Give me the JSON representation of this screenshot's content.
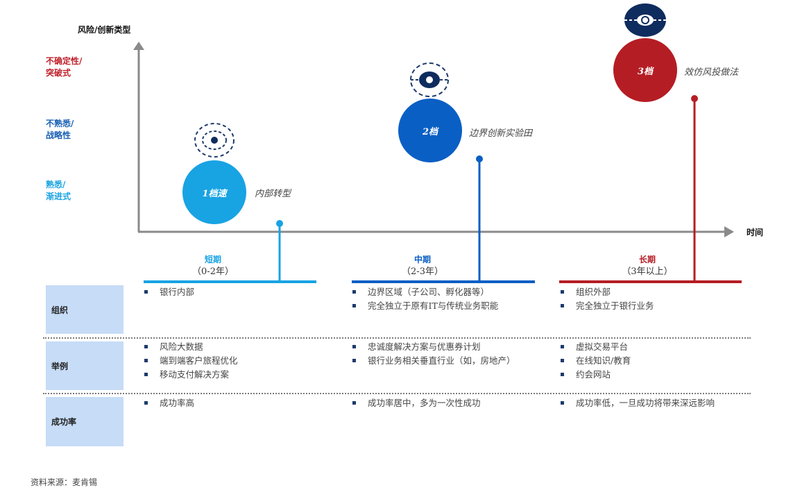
{
  "y_axis": {
    "title": "风险/创新类型",
    "levels": [
      {
        "line1": "不确定性/",
        "line2": "突破式",
        "color": "#c0202a"
      },
      {
        "line1": "不熟悉/",
        "line2": "战略性",
        "color": "#1a5fb4"
      },
      {
        "line1": "熟悉/",
        "line2": "渐进式",
        "color": "#19a3e0"
      }
    ]
  },
  "x_axis": {
    "title": "时间"
  },
  "tiers": [
    {
      "label": "1档速",
      "desc": "内部转型",
      "color": "#18a3e3",
      "icon": "target-dashed-small-icon"
    },
    {
      "label": "2档",
      "desc": "边界创新实验田",
      "color": "#0a5fc4",
      "icon": "target-dashed-medium-icon"
    },
    {
      "label": "3档",
      "desc": "效仿风投做法",
      "color": "#b51d24",
      "icon": "target-solid-large-icon"
    }
  ],
  "periods": [
    {
      "name": "短期",
      "range": "（0-2年）",
      "color": "#18a3e3"
    },
    {
      "name": "中期",
      "range": "（2-3年）",
      "color": "#0a5fc4"
    },
    {
      "name": "长期",
      "range": "（3年以上）",
      "color": "#b51d24"
    }
  ],
  "rows": [
    {
      "label": "组织",
      "cells": [
        [
          "银行内部"
        ],
        [
          "边界区域（子公司、孵化器等）",
          "完全独立于原有IT与传统业务职能"
        ],
        [
          "组织外部",
          "完全独立于银行业务"
        ]
      ]
    },
    {
      "label": "举例",
      "cells": [
        [
          "风险大数据",
          "端到端客户旅程优化",
          "移动支付解决方案"
        ],
        [
          "忠诚度解决方案与优惠券计划",
          "银行业务相关垂直行业（如，房地产）"
        ],
        [
          "虚拟交易平台",
          "在线知识/教育",
          "约会网站"
        ]
      ]
    },
    {
      "label": "成功率",
      "cells": [
        [
          "成功率高"
        ],
        [
          "成功率居中，多为一次性成功"
        ],
        [
          "成功率低，一旦成功将带来深远影响"
        ]
      ]
    }
  ],
  "source": "资料来源：麦肯锡"
}
